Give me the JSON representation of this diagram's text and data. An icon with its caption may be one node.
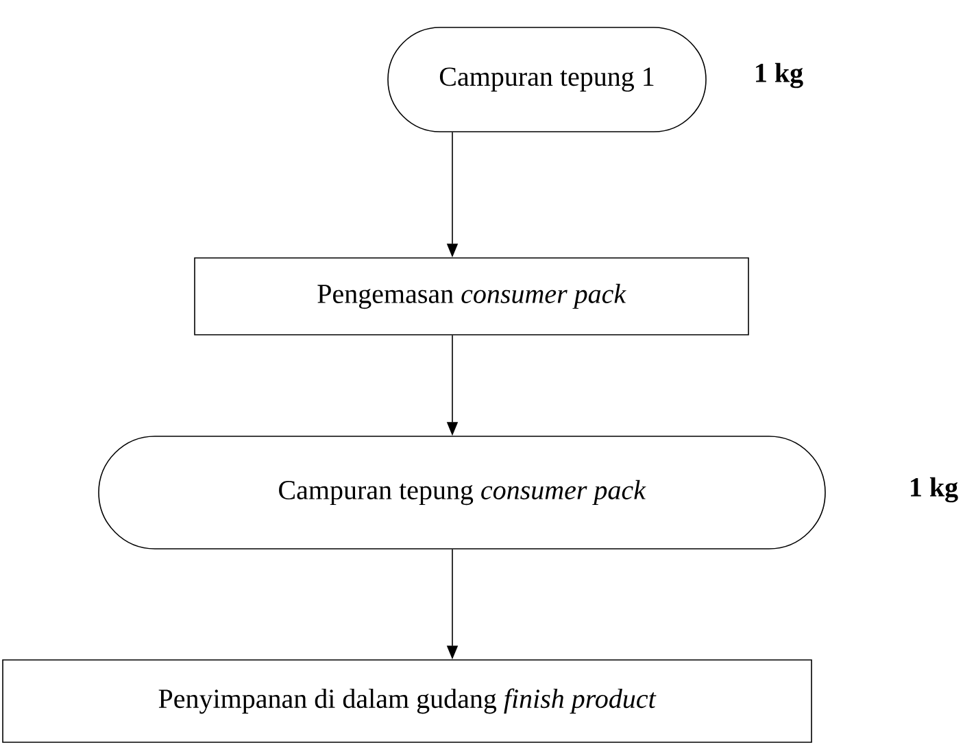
{
  "diagram": {
    "nodes": [
      {
        "text": [
          "Campuran tepung 1"
        ],
        "beside": [
          "1 kg"
        ]
      },
      {
        "text": [
          "Pengemasan *consumer pack*"
        ]
      },
      {
        "text": [
          "Campuran tepung *consumer pack*"
        ],
        "beside": [
          "1 kg"
        ]
      },
      {
        "text": [
          "Penyimpanan di dalam gudang *finish product*"
        ]
      }
    ],
    "edges": [
      {
        "from": 0,
        "to": 1,
        "arrow": "to"
      },
      {
        "from": 1,
        "to": 2,
        "arrow": "to"
      },
      {
        "from": 2,
        "to": 3,
        "arrow": "to"
      }
    ]
  }
}
